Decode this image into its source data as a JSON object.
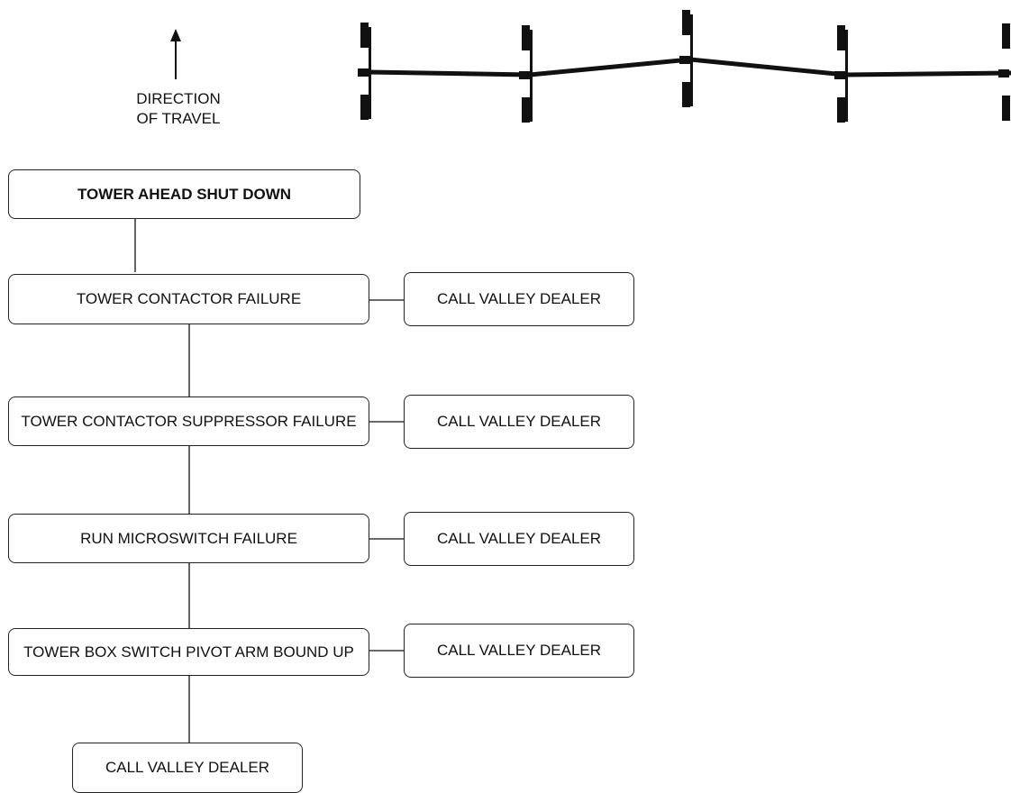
{
  "direction_label": {
    "line1": "DIRECTION",
    "line2": "OF TRAVEL"
  },
  "flowchart": {
    "root": "TOWER AHEAD SHUT DOWN",
    "causes": [
      {
        "text": "TOWER CONTACTOR FAILURE",
        "action": "CALL VALLEY DEALER"
      },
      {
        "text": "TOWER CONTACTOR SUPPRESSOR FAILURE",
        "action": "CALL VALLEY DEALER"
      },
      {
        "text": "RUN MICROSWITCH FAILURE",
        "action": "CALL VALLEY DEALER"
      },
      {
        "text": "TOWER BOX SWITCH PIVOT ARM BOUND UP",
        "action": "CALL VALLEY DEALER"
      }
    ],
    "final_action": "CALL VALLEY DEALER"
  },
  "colors": {
    "line": "#111111",
    "box_border": "#222222",
    "background": "#ffffff"
  },
  "icons": [
    "up-arrow-icon",
    "pivot-tower-icon"
  ]
}
